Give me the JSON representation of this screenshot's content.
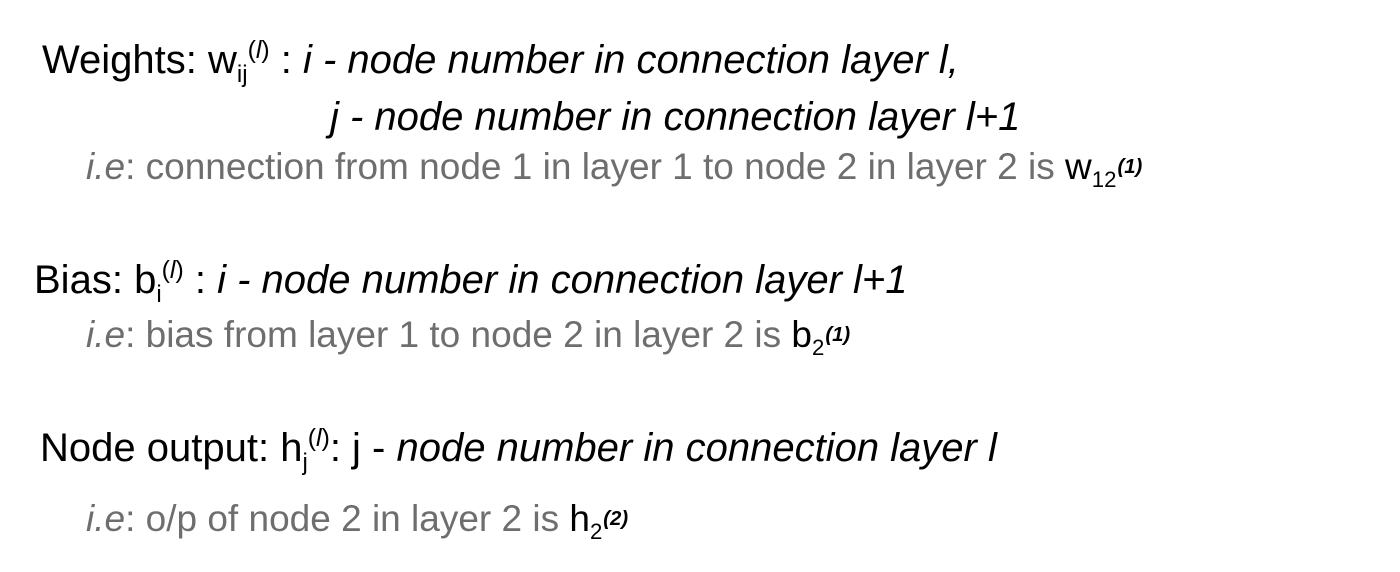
{
  "weights": {
    "label": "Weights:",
    "symbol": "w",
    "subscript": "ij",
    "superscript_open": "(",
    "superscript_var": "l",
    "superscript_close": ")",
    "separator": ":",
    "desc_line1": "i - node number in connection layer l,",
    "desc_line2": "j - node number in connection layer l+1",
    "example_prefix": "i.e",
    "example_text": ": connection from node 1 in layer 1 to node 2 in layer 2 is",
    "example_symbol": "w",
    "example_subscript": "12",
    "example_superscript": "(1)"
  },
  "bias": {
    "label": "Bias:",
    "symbol": "b",
    "subscript": "i",
    "superscript_open": "(",
    "superscript_var": "l",
    "superscript_close": ")",
    "separator": ":",
    "desc_line1": "i - node number in connection layer l+1",
    "example_prefix": "i.e",
    "example_text": ": bias from layer 1 to node 2 in layer 2 is",
    "example_symbol": "b",
    "example_subscript": "2",
    "example_superscript": "(1)"
  },
  "node_output": {
    "label": "Node output:",
    "symbol": "h",
    "subscript": "j",
    "superscript_open": "(",
    "superscript_var": "l",
    "superscript_close": ")",
    "separator": ": j -",
    "desc_line1": "node number in connection layer l",
    "example_prefix": "i.e",
    "example_text": ": o/p of node 2 in layer 2 is",
    "example_symbol": "h",
    "example_subscript": "2",
    "example_superscript": "(2)"
  }
}
